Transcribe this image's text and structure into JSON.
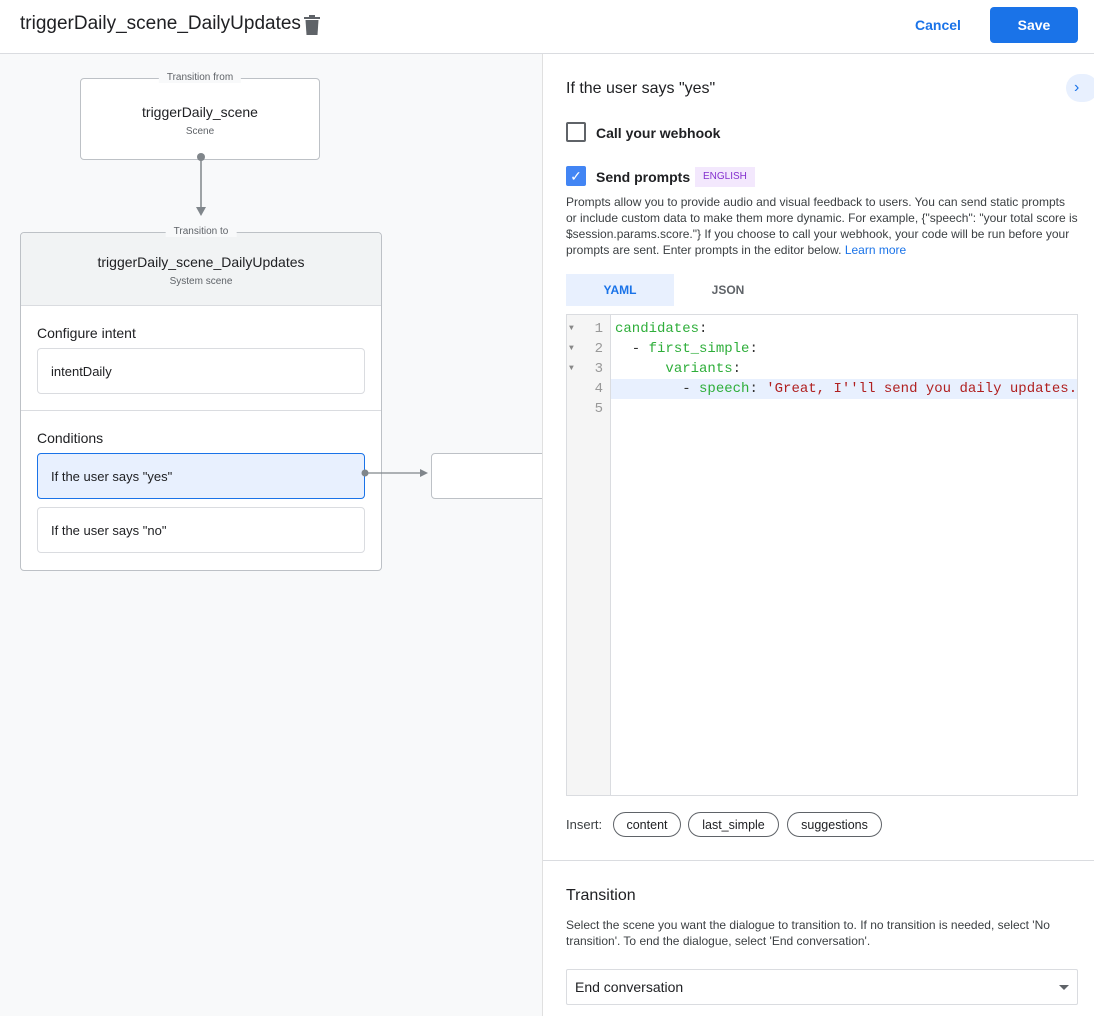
{
  "header": {
    "title": "triggerDaily_scene_DailyUpdates",
    "cancel": "Cancel",
    "save": "Save"
  },
  "canvas": {
    "from": {
      "legend": "Transition from",
      "name": "triggerDaily_scene",
      "type": "Scene"
    },
    "to": {
      "legend": "Transition to",
      "name": "triggerDaily_scene_DailyUpdates",
      "type": "System scene",
      "configure_intent_label": "Configure intent",
      "intent": "intentDaily",
      "conditions_label": "Conditions",
      "conditions": [
        "If the user says \"yes\"",
        "If the user says \"no\""
      ]
    }
  },
  "panel": {
    "title": "If the user says \"yes\"",
    "webhook_label": "Call your webhook",
    "webhook_checked": false,
    "prompts_label": "Send prompts",
    "prompts_checked": true,
    "language_badge": "ENGLISH",
    "description": "Prompts allow you to provide audio and visual feedback to users. You can send static prompts or include custom data to make them more dynamic. For example, {\"speech\": \"your total score is $session.params.score.\"} If you choose to call your webhook, your code will be run before your prompts are sent. Enter prompts in the editor below.",
    "learn_more": "Learn more",
    "tabs": [
      "YAML",
      "JSON"
    ],
    "active_tab": "YAML",
    "code": {
      "line1_key": "candidates",
      "line2_key": "first_simple",
      "line3_key": "variants",
      "line4_key": "speech",
      "line4_value": "'Great, I''ll send you daily updates."
    },
    "insert_label": "Insert:",
    "insert_chips": [
      "content",
      "last_simple",
      "suggestions"
    ],
    "transition_title": "Transition",
    "transition_desc": "Select the scene you want the dialogue to transition to. If no transition is needed, select 'No transition'. To end the dialogue, select 'End conversation'.",
    "transition_value": "End conversation"
  },
  "colors": {
    "accent": "#1a73e8",
    "selected_bg": "#e8f0fe",
    "badge_bg": "#f3e8fd",
    "badge_text": "#8430ce",
    "yaml_key": "#2eae3a",
    "yaml_string": "#b02020"
  }
}
